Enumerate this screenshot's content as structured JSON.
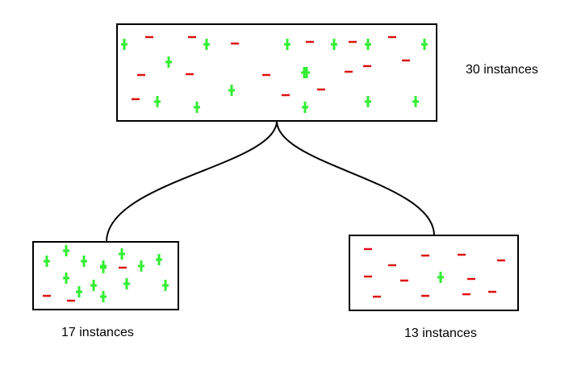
{
  "root": {
    "label": "30 instances",
    "plus_count": 15,
    "minus_count": 15
  },
  "left_child": {
    "label": "17 instances",
    "plus_count": 14,
    "minus_count": 3
  },
  "right_child": {
    "label": "13 instances",
    "plus_count": 1,
    "minus_count": 12
  },
  "colors": {
    "plus": "#33ee33",
    "minus": "#dd1111",
    "box_stroke": "#000000",
    "edge_stroke": "#000000"
  },
  "icons": {
    "plus": "plus-sign-icon",
    "minus": "minus-sign-icon"
  }
}
